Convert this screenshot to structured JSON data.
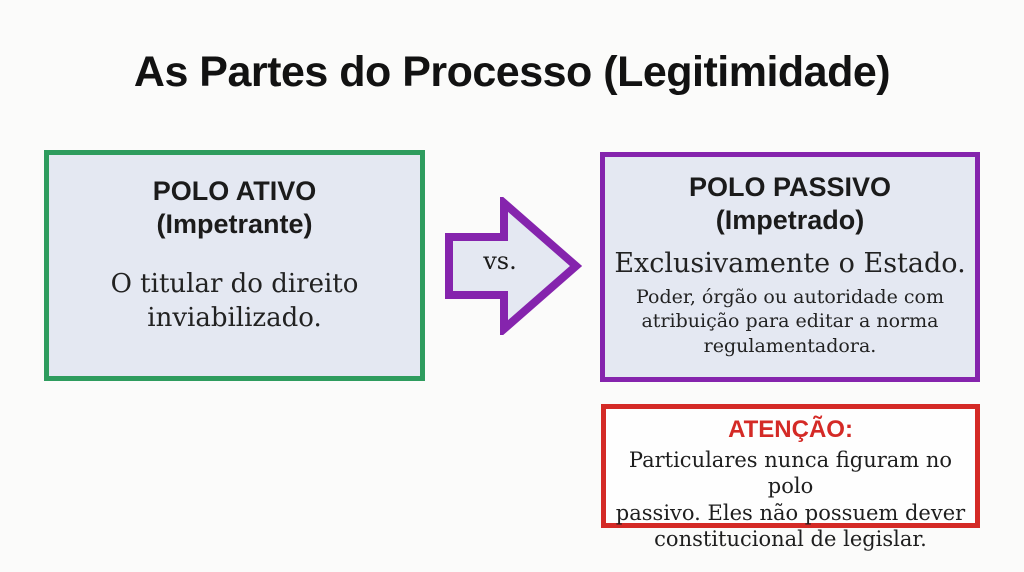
{
  "title": "As Partes do Processo (Legitimidade)",
  "colors": {
    "green_border": "#2e9c5e",
    "purple_border": "#8524ad",
    "red_border": "#d42a26",
    "box_fill": "#e4e8f2",
    "background": "#fbfbfa",
    "attention_text": "#d42a26",
    "body_text": "#222222"
  },
  "active_box": {
    "heading_line1": "POLO ATIVO",
    "heading_line2": "(Impetrante)",
    "body_line1": "O titular do direito",
    "body_line2": "inviabilizado."
  },
  "versus": {
    "label": "vs."
  },
  "passive_box": {
    "heading_line1": "POLO PASSIVO",
    "heading_line2": "(Impetrado)",
    "subtitle": "Exclusivamente o Estado.",
    "detail_line1": "Poder, órgão ou autoridade com",
    "detail_line2": "atribuição para editar a norma",
    "detail_line3": "regulamentadora."
  },
  "attention_box": {
    "heading": "ATENÇÃO:",
    "body_line1": "Particulares nunca figuram no polo",
    "body_line2": "passivo. Eles não possuem dever",
    "body_line3": "constitucional de legislar."
  }
}
